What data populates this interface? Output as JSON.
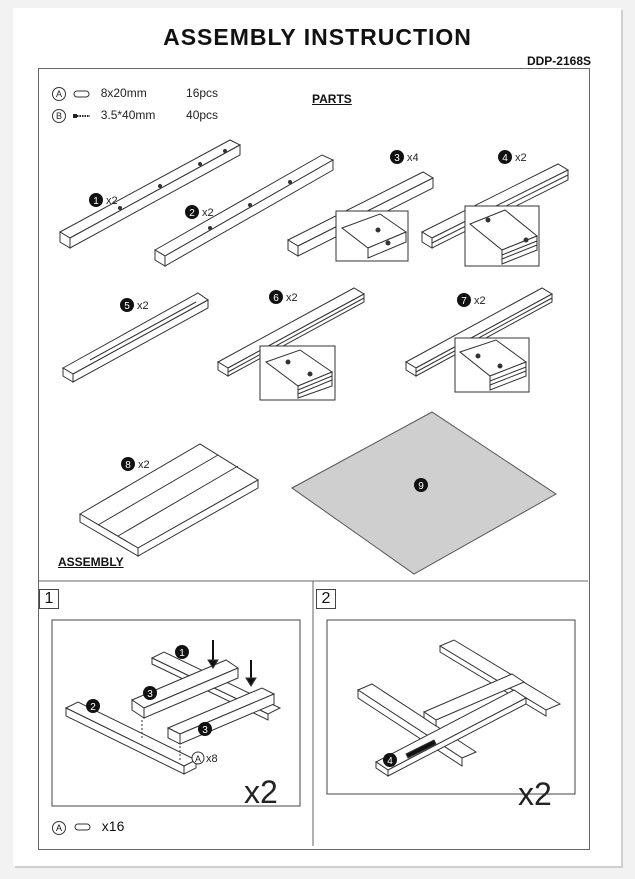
{
  "header": {
    "title": "ASSEMBLY INSTRUCTION",
    "model": "DDP-2168S"
  },
  "hardware": [
    {
      "id": "A",
      "size": "8x20mm",
      "qty": "16pcs",
      "icon": "dowel-icon"
    },
    {
      "id": "B",
      "size": "3.5*40mm",
      "qty": "40pcs",
      "icon": "screw-icon"
    }
  ],
  "sections": {
    "parts": "PARTS",
    "assembly": "ASSEMBLY"
  },
  "parts": [
    {
      "num": "1",
      "qty": "x2"
    },
    {
      "num": "2",
      "qty": "x2"
    },
    {
      "num": "3",
      "qty": "x4"
    },
    {
      "num": "4",
      "qty": "x2"
    },
    {
      "num": "5",
      "qty": "x2"
    },
    {
      "num": "6",
      "qty": "x2"
    },
    {
      "num": "7",
      "qty": "x2"
    },
    {
      "num": "8",
      "qty": "x2"
    },
    {
      "num": "9",
      "qty": ""
    }
  ],
  "steps": [
    {
      "num": "1",
      "multiplier": "x2",
      "callout_hw": "A",
      "callout_qty": "x8",
      "labels": [
        "1",
        "2",
        "3",
        "3"
      ]
    },
    {
      "num": "2",
      "multiplier": "x2",
      "labels": [
        "4"
      ]
    }
  ],
  "footer_legend": {
    "id": "A",
    "qty": "x16"
  }
}
